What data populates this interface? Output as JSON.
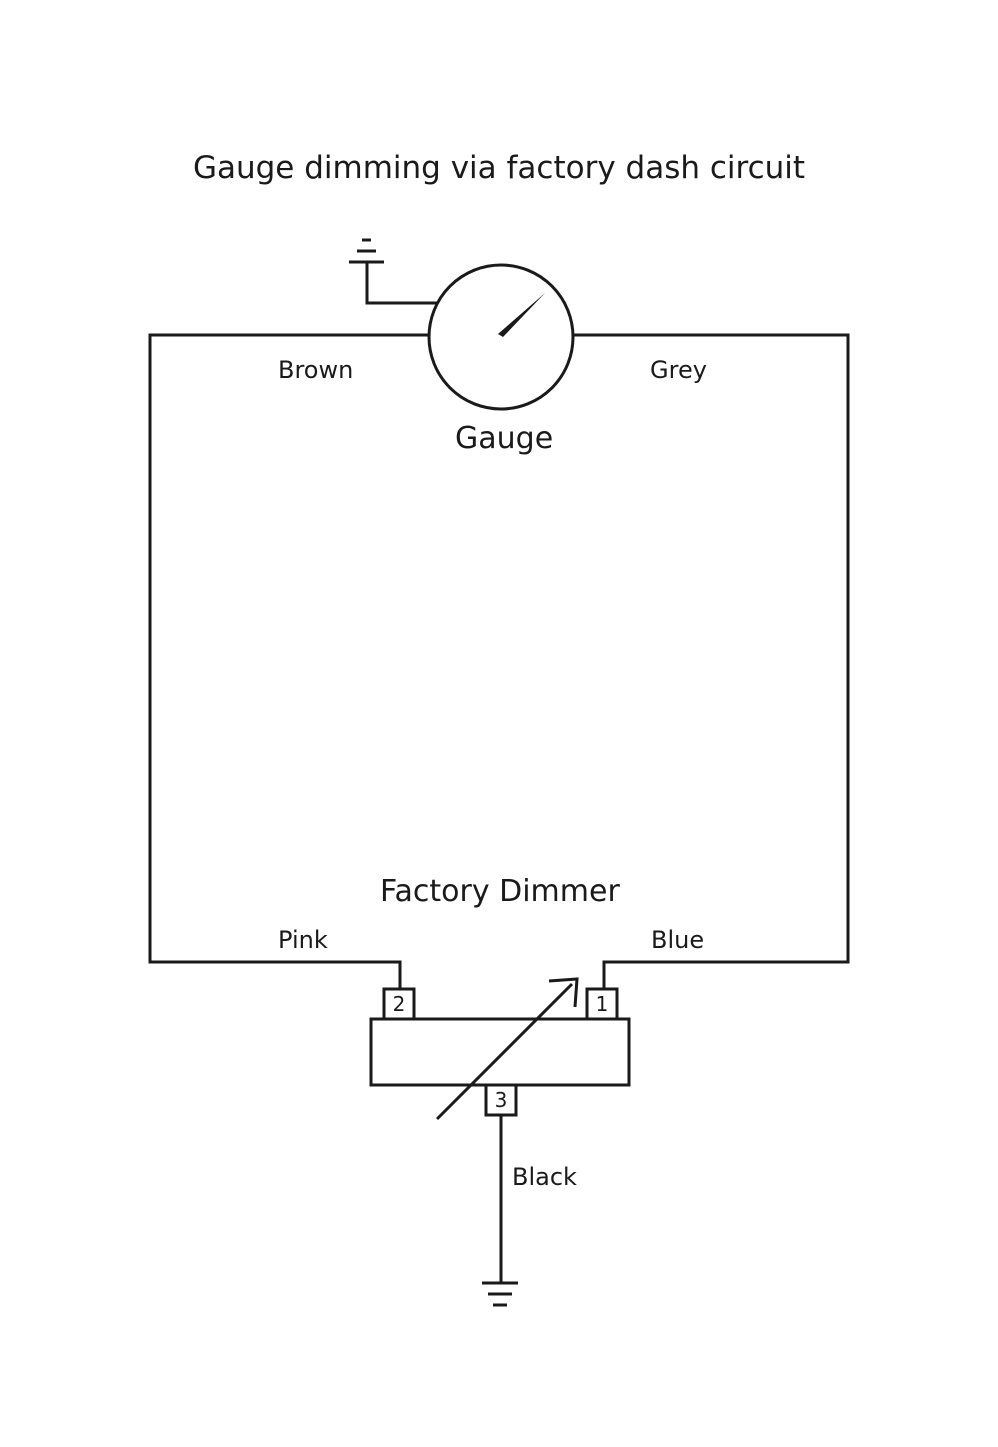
{
  "title": "Gauge dimming via factory dash circuit",
  "gauge": {
    "label": "Gauge"
  },
  "dimmer": {
    "label": "Factory Dimmer",
    "pins": {
      "pin1": "1",
      "pin2": "2",
      "pin3": "3"
    }
  },
  "wires": {
    "brown": "Brown",
    "grey": "Grey",
    "pink": "Pink",
    "blue": "Blue",
    "black": "Black"
  },
  "colors": {
    "line": "#1a1a1a",
    "background": "#ffffff"
  }
}
